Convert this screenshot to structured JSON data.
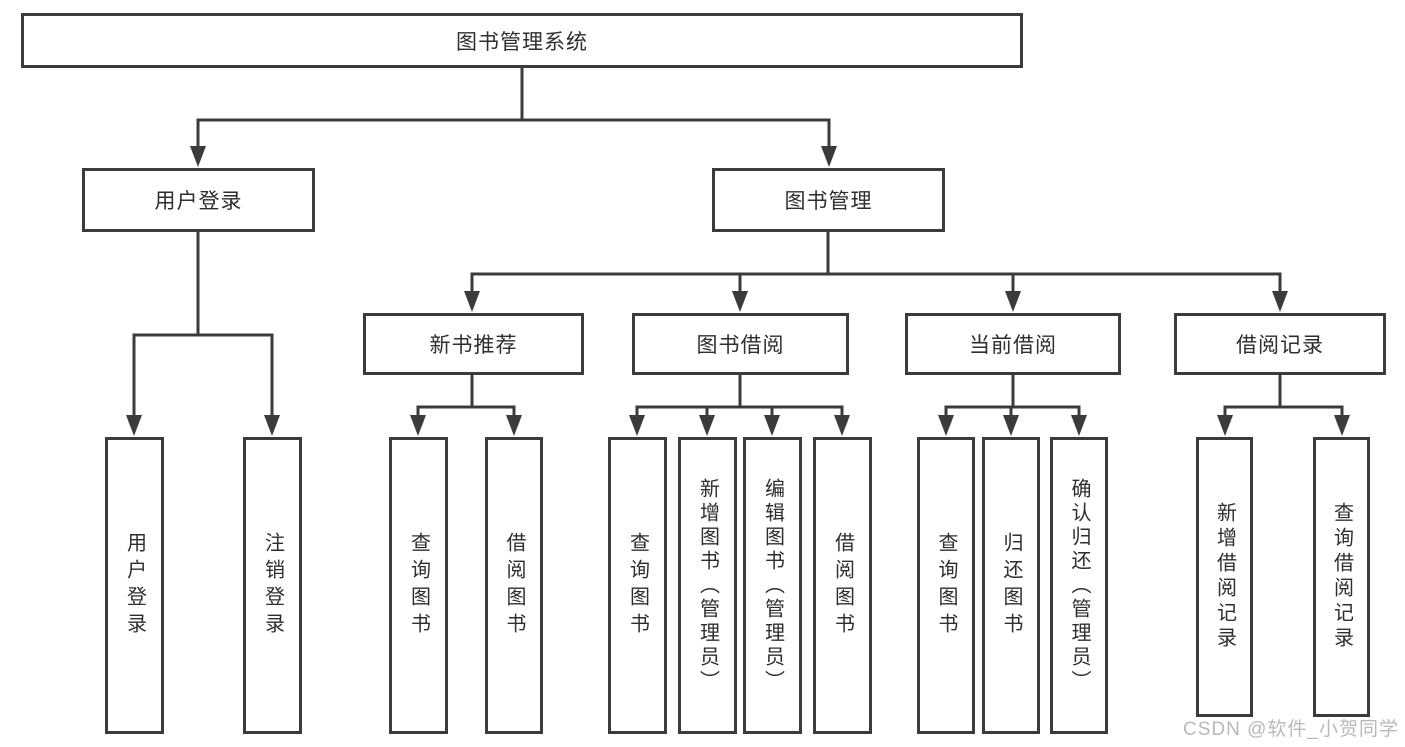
{
  "diagram": {
    "title": "图书管理系统",
    "colors": {
      "line": "#3b3b3b",
      "box_border": "#3b3b3b",
      "text": "#2e2e2e",
      "background": "#ffffff",
      "watermark": "#b9b9b9"
    },
    "level2": [
      {
        "label": "用户登录"
      },
      {
        "label": "图书管理"
      }
    ],
    "level3": [
      {
        "label": "新书推荐"
      },
      {
        "label": "图书借阅"
      },
      {
        "label": "当前借阅"
      },
      {
        "label": "借阅记录"
      }
    ],
    "leaves": [
      {
        "label": "用户登录"
      },
      {
        "label": "注销登录"
      },
      {
        "label": "查询图书"
      },
      {
        "label": "借阅图书"
      },
      {
        "label": "查询图书"
      },
      {
        "label": "新增图书（管理员）"
      },
      {
        "label": "编辑图书（管理员）"
      },
      {
        "label": "借阅图书"
      },
      {
        "label": "查询图书"
      },
      {
        "label": "归还图书"
      },
      {
        "label": "确认归还（管理员）"
      },
      {
        "label": "新增借阅记录"
      },
      {
        "label": "查询借阅记录"
      }
    ],
    "watermark": "CSDN @软件_小贺同学"
  }
}
